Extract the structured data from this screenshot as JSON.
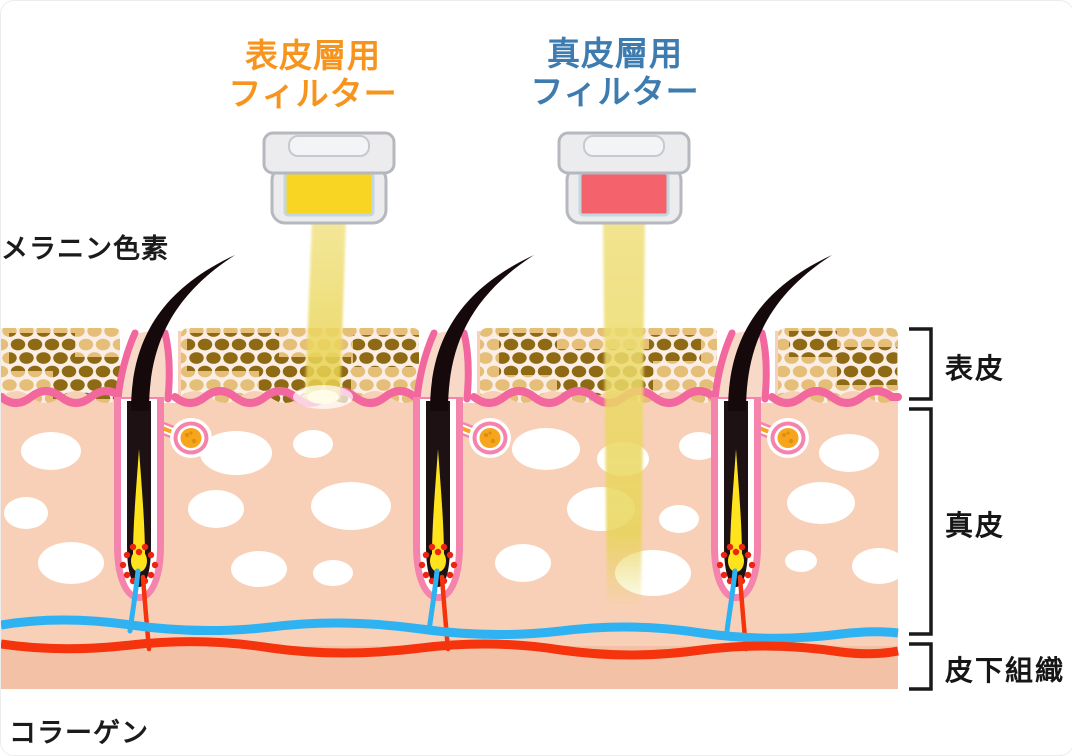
{
  "header": {
    "epidermis_filter_label": {
      "line1": "表皮層用",
      "line2": "フィルター"
    },
    "dermis_filter_label": {
      "line1": "真皮層用",
      "line2": "フィルター"
    }
  },
  "annotations": {
    "melanin": "メラニン色素",
    "collagen": "コラーゲン"
  },
  "layer_labels": {
    "epidermis": "表皮",
    "dermis": "真皮",
    "subcutaneous": "皮下組織"
  },
  "colors": {
    "epidermis_filter_text": "#f7941e",
    "dermis_filter_text": "#3e7cb0",
    "filter_window_yellow": "#f8d522",
    "filter_window_red": "#f4626b",
    "device_body_gray": "#ececee",
    "beam_yellow": "#ecd95f",
    "epidermis_background": "#faeee6",
    "keratinocyte_tan": "#e5be78",
    "melanin_brown": "#8f6a15",
    "basal_line_pink": "#f2679d",
    "follicle_pink": "#f584ad",
    "dermis_peach": "#f8d0b8",
    "subcutaneous_peach": "#f3c2a6",
    "vessel_blue": "#2eb2f2",
    "vessel_red": "#f5330d",
    "sebaceous_orange": "#f7a51d",
    "hair_black": "#15090b",
    "label_black": "#1b1b1b"
  }
}
